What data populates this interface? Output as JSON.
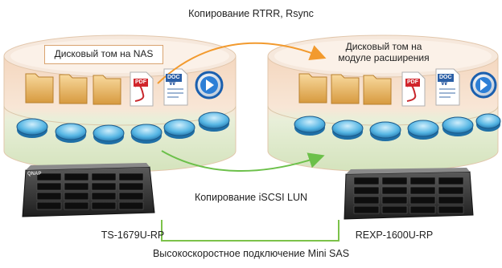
{
  "top_arrow_label": "Копирование RTRR, Rsync",
  "middle_arrow_label": "Копирование iSCSI LUN",
  "bottom_label": "Высокоскоростное подключение Mini SAS",
  "left_volume": {
    "label": "Дисковый том на NAS",
    "pdf_badge": "PDF",
    "doc_badge": "DOC",
    "device_label": "TS-1679U-RP",
    "device_brand": "QNAP"
  },
  "right_volume": {
    "label_line1": "Дисковый том на",
    "label_line2": "модуле расширения",
    "pdf_badge": "PDF",
    "doc_badge": "DOC",
    "device_label": "REXP-1600U-RP"
  },
  "colors": {
    "arrow_orange": "#f29a2e",
    "arrow_green": "#6cc04a",
    "connector_green": "#7cc24a",
    "cylinder_top": "#f7dcc4",
    "cylinder_band": "#ecd3b8",
    "cylinder_bottom": "#d7e6bf",
    "disk_blue": "#4aa8d8"
  }
}
